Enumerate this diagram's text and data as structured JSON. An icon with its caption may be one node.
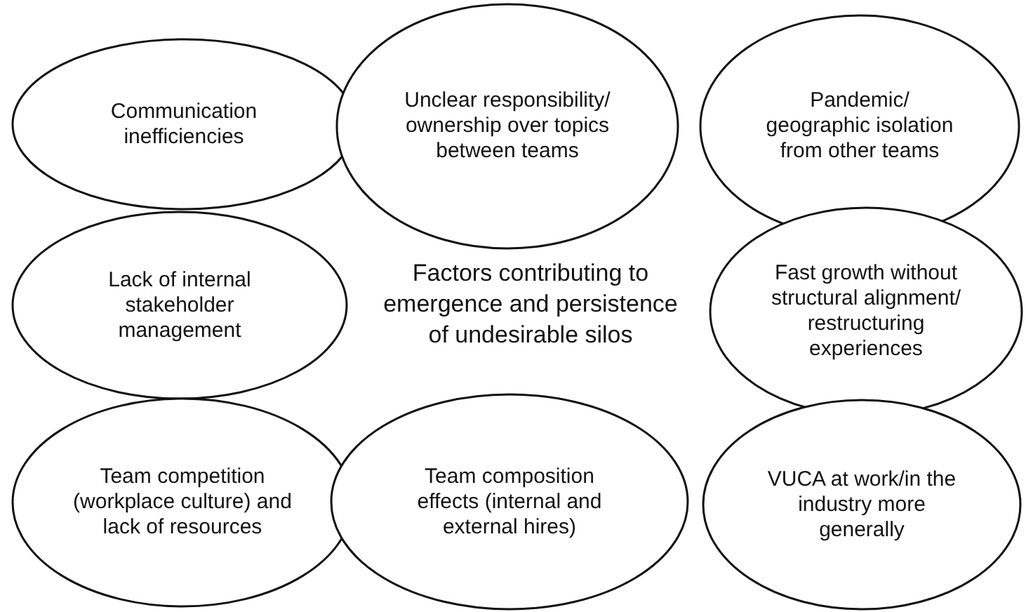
{
  "diagram": {
    "title": "Factors contributing to emergence and persistence of undesirable silos",
    "nodes": [
      {
        "text": [
          "Communication inefficiencies"
        ]
      },
      {
        "text": [
          "Unclear responsibility/ ownership over topics between teams"
        ]
      },
      {
        "text": [
          "Pandemic/ geographic isolation from other teams"
        ]
      },
      {
        "text": [
          "Lack of internal stakeholder management"
        ]
      },
      {
        "text": [
          "Fast growth without structural alignment/ restructuring experiences"
        ]
      },
      {
        "text": [
          "Team competition (workplace culture) and lack of resources"
        ]
      },
      {
        "text": [
          "Team composition effects (internal and external hires)"
        ]
      },
      {
        "text": [
          "VUCA at work/in the industry more generally"
        ]
      }
    ]
  }
}
